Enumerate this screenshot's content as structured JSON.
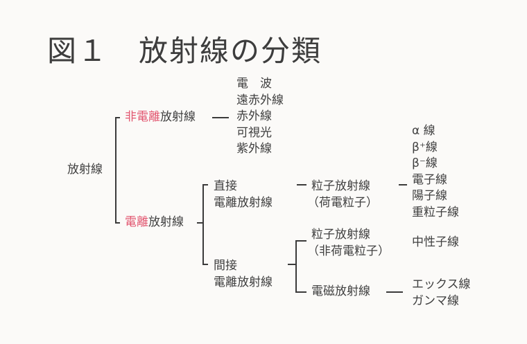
{
  "title": "図１　放射線の分類",
  "root": {
    "label": "放射線"
  },
  "non_ionizing": {
    "label_red": "非電離",
    "label_rest": "放射線",
    "items": [
      "電　波",
      "遠赤外線",
      "赤外線",
      "可視光",
      "紫外線"
    ]
  },
  "ionizing": {
    "label_red": "電離",
    "label_rest": "放射線",
    "direct": {
      "line1": "直接",
      "line2": "電離放射線",
      "particle": {
        "line1": "粒子放射線",
        "line2": "（荷電粒子）"
      },
      "items": [
        "α 線",
        "β⁺線",
        "β⁻線",
        "電子線",
        "陽子線",
        "重粒子線"
      ]
    },
    "indirect": {
      "line1": "間接",
      "line2": "電離放射線",
      "particle": {
        "line1": "粒子放射線",
        "line2": "（非荷電粒子）",
        "items": [
          "中性子線"
        ]
      },
      "em": {
        "label": "電磁放射線",
        "items": [
          "エックス線",
          "ガンマ線"
        ]
      }
    }
  },
  "colors": {
    "accent": "#e2556f",
    "text": "#3f3f3f",
    "background": "#fbfaf8"
  }
}
